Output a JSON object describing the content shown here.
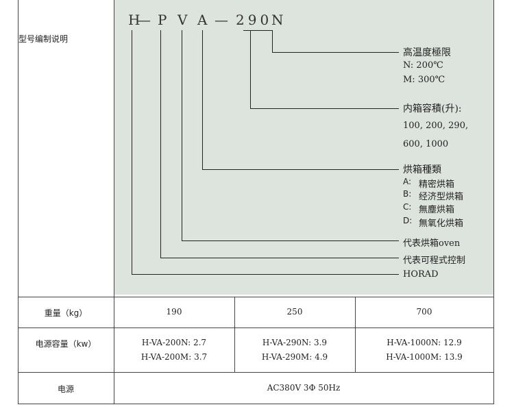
{
  "model_section": {
    "label": "型号编制说明",
    "code": {
      "h": "H",
      "dash1": "—",
      "p": "P",
      "v": "V",
      "a": "A",
      "dash2": "—",
      "number": "290",
      "n": "N"
    },
    "temperature": {
      "title": "高温度極限",
      "n_line": "N:  200℃",
      "m_line": "M:  300℃"
    },
    "capacity": {
      "title": "内箱容積(升):",
      "line1": "100,  200,  290,",
      "line2": "600,  1000"
    },
    "oven_type": {
      "title": "烘箱種類",
      "a_key": "A:",
      "a_val": "精密烘箱",
      "b_key": "B:",
      "b_val": "经济型烘箱",
      "c_key": "C:",
      "c_val": "無塵烘箱",
      "d_key": "D:",
      "d_val": "無氧化烘箱"
    },
    "v_meaning": "代表烘箱oven",
    "p_meaning": "代表可程式控制",
    "h_meaning": "HORAD"
  },
  "weight_row": {
    "label": "重量（kg）",
    "values": [
      "190",
      "250",
      "700"
    ]
  },
  "power_capacity_row": {
    "label": "电源容量（kw）",
    "cells": [
      [
        "H-VA-200N: 2.7",
        "H-VA-200M: 3.7"
      ],
      [
        "H-VA-290N: 3.9",
        "H-VA-290M: 4.9"
      ],
      [
        "H-VA-1000N: 12.9",
        "H-VA-1000M: 13.9"
      ]
    ]
  },
  "power_row": {
    "label": "电源",
    "value": "AC380V 3Φ 50Hz"
  }
}
